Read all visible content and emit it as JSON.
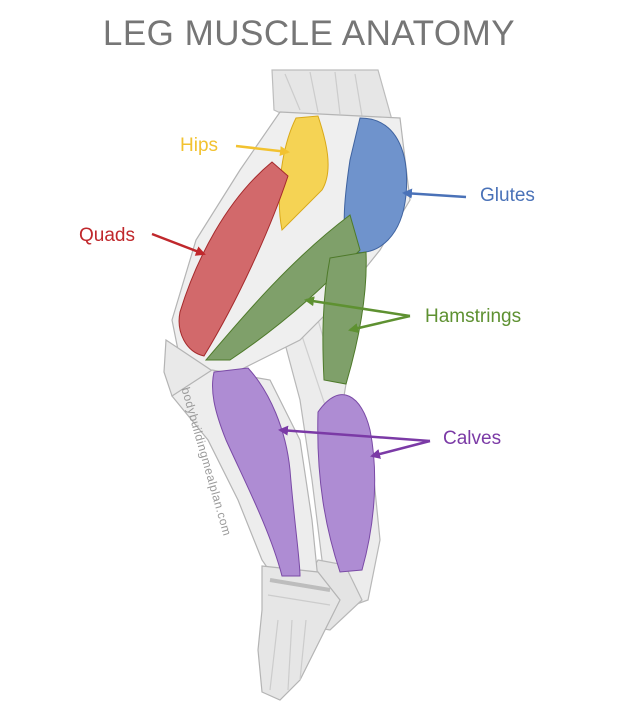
{
  "title": "LEG MUSCLE ANATOMY",
  "labels": {
    "hips": "Hips",
    "glutes": "Glutes",
    "quads": "Quads",
    "hamstrings": "Hamstrings",
    "calves": "Calves"
  },
  "colors": {
    "title": "#767676",
    "hips": "#F2C230",
    "glutes": "#4A72B8",
    "quads": "#C0282C",
    "hamstrings": "#5E9131",
    "calves": "#7B3AA6",
    "hips_fill": "#F5D354",
    "glutes_fill": "#6F93CC",
    "quads_fill": "#D2696B",
    "hamstrings_fill": "#7FA06A",
    "calves_fill": "#AE8CD3",
    "bone_fill": "#E9E9E9"
  },
  "watermark": "bodybuildingmealplan.com"
}
